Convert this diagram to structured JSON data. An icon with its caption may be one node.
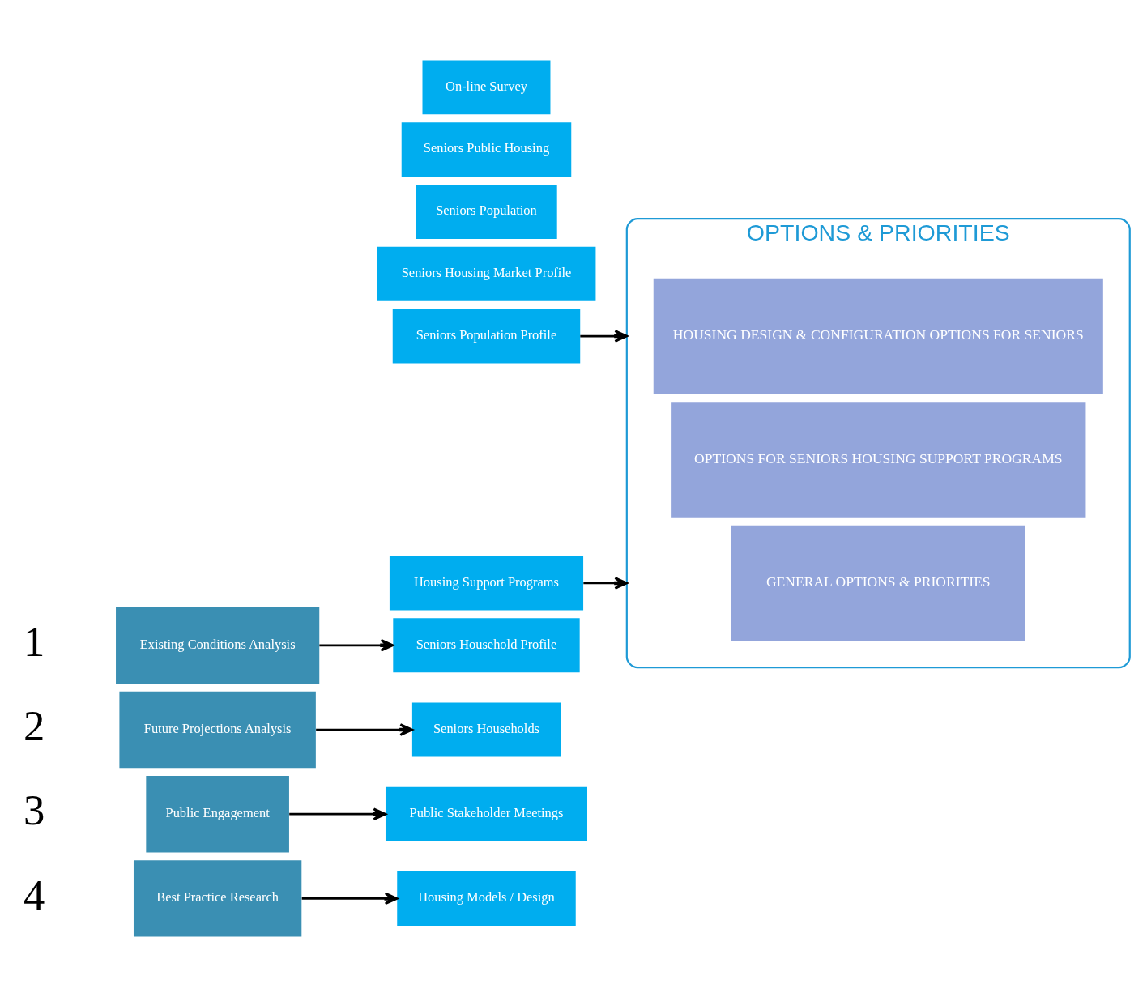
{
  "diagram": {
    "nodes": [
      {
        "text": [
          "Existing Conditions Analysis"
        ]
      },
      {
        "text": [
          "Future Projections Analysis"
        ]
      },
      {
        "text": [
          "Public Engagement"
        ]
      },
      {
        "text": [
          "Best Practice Research"
        ]
      },
      {
        "text": [
          "Seniors Population Profile"
        ]
      },
      {
        "text": [
          "Seniors Household Profile"
        ]
      },
      {
        "text": [
          "Seniors Housing Market Profile"
        ]
      },
      {
        "text": [
          "Seniors Population"
        ]
      },
      {
        "text": [
          "Seniors Households"
        ]
      },
      {
        "text": [
          "Seniors Public Housing"
        ]
      },
      {
        "text": [
          "Public Stakeholder Meetings"
        ]
      },
      {
        "text": [
          "On-line Survey"
        ]
      },
      {
        "text": [
          "Housing Models / Design"
        ]
      },
      {
        "text": [
          "Housing Support Programs"
        ]
      },
      {
        "text": [
          "OPTIONS & PRIORITIES"
        ]
      },
      {
        "text": [
          "HOUSING DESIGN & CONFIGURATION OPTIONS FOR SENIORS"
        ],
        "in": 14
      },
      {
        "text": [
          "OPTIONS FOR SENIORS HOUSING SUPPORT PROGRAMS"
        ],
        "in": 14
      },
      {
        "text": [
          "GENERAL OPTIONS & PRIORITIES"
        ],
        "in": 14
      }
    ],
    "edges": [
      {
        "from": 0,
        "to": 5,
        "arrow": "to"
      },
      {
        "from": 1,
        "to": 8,
        "arrow": "to"
      },
      {
        "from": 2,
        "to": 10,
        "arrow": "to"
      },
      {
        "from": 3,
        "to": 12,
        "arrow": "to"
      },
      {
        "from": 4,
        "to": 14,
        "arrow": "to"
      },
      {
        "from": 13,
        "to": 14,
        "arrow": "to"
      }
    ],
    "labels": [
      "1",
      "2",
      "3",
      "4"
    ]
  }
}
